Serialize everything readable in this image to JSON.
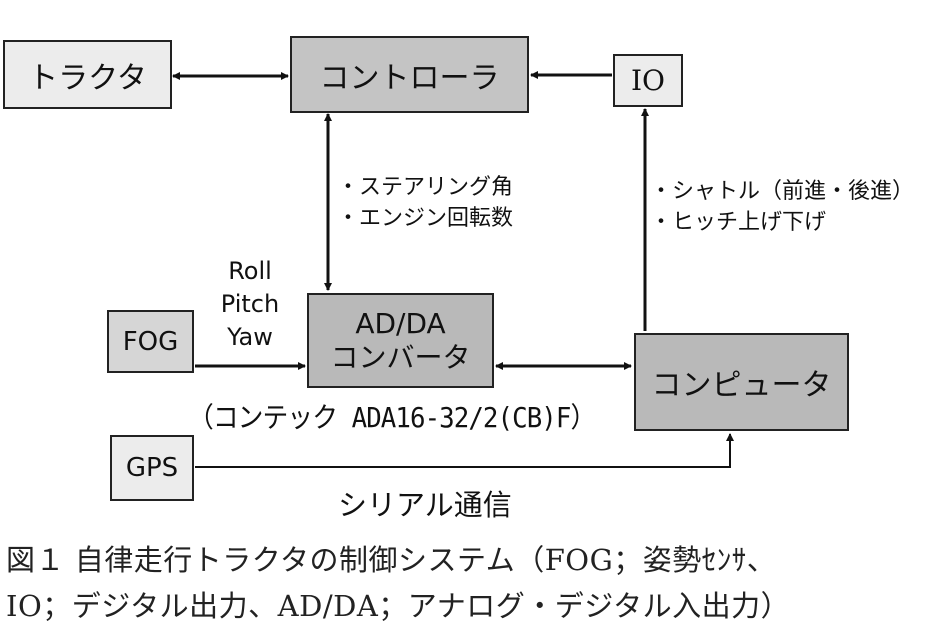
{
  "nodes": {
    "tractor": "トラクタ",
    "controller": "コントローラ",
    "io": "IO",
    "fog": "FOG",
    "adda_line1": "AD/DA",
    "adda_line2": "コンバータ",
    "computer": "コンピュータ",
    "gps": "GPS"
  },
  "edge_labels": {
    "controller_adda": [
      "・ステアリング角",
      "・エンジン回転数"
    ],
    "computer_io": [
      "・シャトル（前進・後進）",
      "・ヒッチ上げ下げ"
    ],
    "fog_adda": [
      "Roll",
      "Pitch",
      "Yaw"
    ],
    "adda_model": "（コンテック ADA16-32/2(CB)F）",
    "gps_computer": "シリアル通信"
  },
  "caption": {
    "line1": "図１ 自律走行トラクタの制御システム（FOG；姿勢ｾﾝｻ、",
    "line2": "IO；デジタル出力、AD/DA；アナログ・デジタル入出力）"
  }
}
